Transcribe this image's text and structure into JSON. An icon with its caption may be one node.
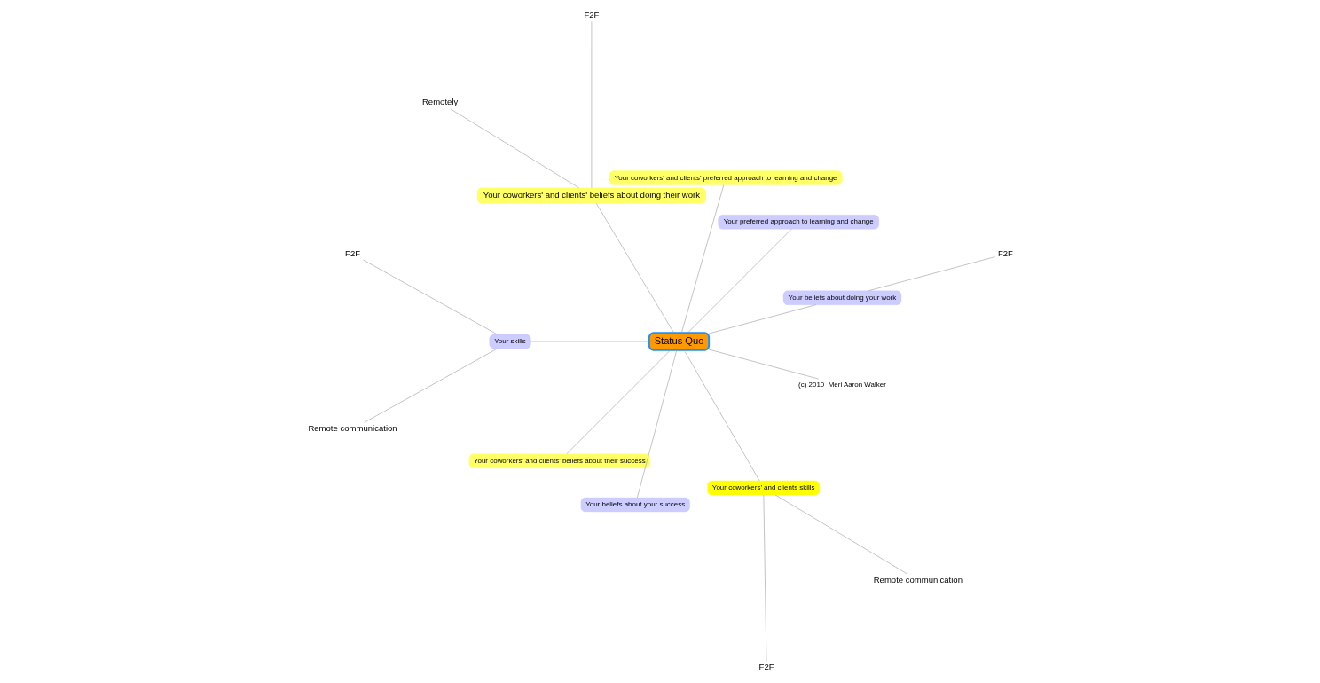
{
  "diagram": {
    "nodes": [
      {
        "text": [
          "Status Quo"
        ]
      },
      {
        "text": [
          "F2F"
        ]
      },
      {
        "text": [
          "Your beliefs about doing your work"
        ]
      },
      {
        "text": [
          "Your preferred approach to learning and change"
        ]
      },
      {
        "text": [
          "Your coworkers' and clients' preferred approach to learning and change"
        ]
      },
      {
        "text": [
          "Your coworkers' and clients' beliefs about doing their work"
        ]
      },
      {
        "text": [
          "F2F"
        ]
      },
      {
        "text": [
          "Remotely"
        ]
      },
      {
        "text": [
          "Your skills"
        ]
      },
      {
        "text": [
          "F2F"
        ]
      },
      {
        "text": [
          "Remote communication"
        ]
      },
      {
        "text": [
          "Your coworkers' and clients' beliefs about their success"
        ]
      },
      {
        "text": [
          "Your beliefs about your success"
        ]
      },
      {
        "text": [
          "Your coworkers' and clients skills"
        ]
      },
      {
        "text": [
          "F2F"
        ]
      },
      {
        "text": [
          "Remote communication"
        ]
      },
      {
        "text": [
          "(c) 2010  Meri Aaron Walker"
        ]
      }
    ],
    "edges": [
      {
        "from": 0,
        "to": 2,
        "arrow": "none"
      },
      {
        "from": 2,
        "to": 1,
        "arrow": "none"
      },
      {
        "from": 0,
        "to": 3,
        "arrow": "none"
      },
      {
        "from": 0,
        "to": 4,
        "arrow": "none"
      },
      {
        "from": 0,
        "to": 5,
        "arrow": "none"
      },
      {
        "from": 5,
        "to": 6,
        "arrow": "none"
      },
      {
        "from": 5,
        "to": 7,
        "arrow": "none"
      },
      {
        "from": 0,
        "to": 8,
        "arrow": "none"
      },
      {
        "from": 8,
        "to": 9,
        "arrow": "none"
      },
      {
        "from": 8,
        "to": 10,
        "arrow": "none"
      },
      {
        "from": 0,
        "to": 11,
        "arrow": "none"
      },
      {
        "from": 0,
        "to": 12,
        "arrow": "none"
      },
      {
        "from": 0,
        "to": 13,
        "arrow": "none"
      },
      {
        "from": 13,
        "to": 14,
        "arrow": "none"
      },
      {
        "from": 13,
        "to": 15,
        "arrow": "none"
      },
      {
        "from": 0,
        "to": 16,
        "arrow": "none"
      }
    ]
  }
}
